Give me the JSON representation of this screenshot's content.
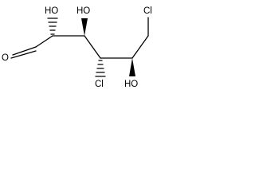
{
  "molecule": {
    "atoms": {
      "aldehyde_o": "O",
      "oh_c2": "HO",
      "oh_c3": "HO",
      "cl_c4": "Cl",
      "oh_c5": "HO",
      "cl_c6": "Cl"
    }
  },
  "colors": {
    "bond": "#000000",
    "text": "#000000",
    "background": "#ffffff"
  }
}
